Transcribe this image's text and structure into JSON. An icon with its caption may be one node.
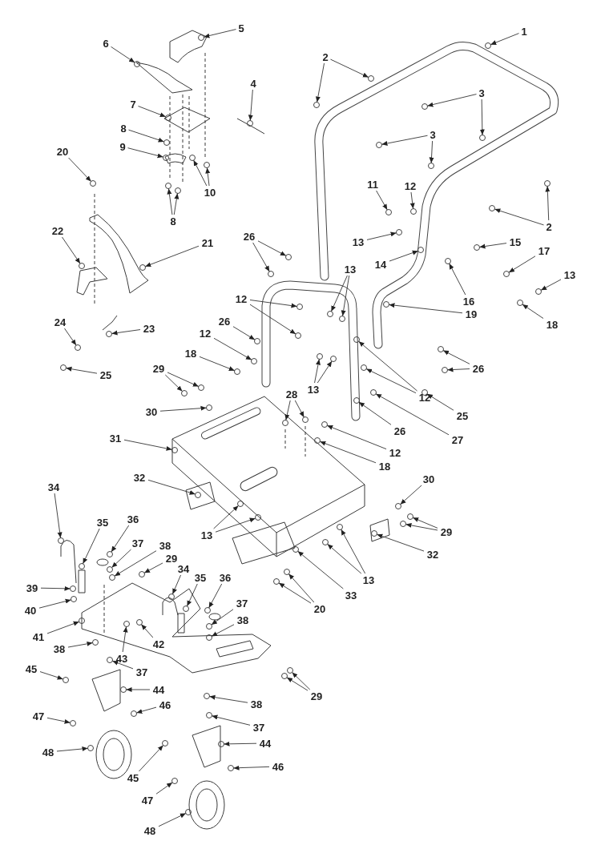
{
  "diagram": {
    "nodes": [
      {
        "text": [
          "5"
        ]
      },
      {
        "text": [
          "1"
        ]
      },
      {
        "text": [
          "6"
        ]
      },
      {
        "text": [
          "2"
        ]
      },
      {
        "text": [
          "4"
        ]
      },
      {
        "text": [
          "3"
        ]
      },
      {
        "text": [
          "7"
        ]
      },
      {
        "text": [
          "8"
        ]
      },
      {
        "text": [
          "3"
        ]
      },
      {
        "text": [
          "9"
        ]
      },
      {
        "text": [
          "20"
        ]
      },
      {
        "text": [
          "11"
        ]
      },
      {
        "text": [
          "12"
        ]
      },
      {
        "text": [
          "10"
        ]
      },
      {
        "text": [
          "8"
        ]
      },
      {
        "text": [
          "2"
        ]
      },
      {
        "text": [
          "22"
        ]
      },
      {
        "text": [
          "26"
        ]
      },
      {
        "text": [
          "13"
        ]
      },
      {
        "text": [
          "15"
        ]
      },
      {
        "text": [
          "21"
        ]
      },
      {
        "text": [
          "17"
        ]
      },
      {
        "text": [
          "14"
        ]
      },
      {
        "text": [
          "13"
        ]
      },
      {
        "text": [
          "13"
        ]
      },
      {
        "text": [
          "12"
        ]
      },
      {
        "text": [
          "16"
        ]
      },
      {
        "text": [
          "19"
        ]
      },
      {
        "text": [
          "26"
        ]
      },
      {
        "text": [
          "24"
        ]
      },
      {
        "text": [
          "18"
        ]
      },
      {
        "text": [
          "23"
        ]
      },
      {
        "text": [
          "12"
        ]
      },
      {
        "text": [
          "18"
        ]
      },
      {
        "text": [
          "26"
        ]
      },
      {
        "text": [
          "29"
        ]
      },
      {
        "text": [
          "25"
        ]
      },
      {
        "text": [
          "12"
        ]
      },
      {
        "text": [
          "13"
        ]
      },
      {
        "text": [
          "28"
        ]
      },
      {
        "text": [
          "30"
        ]
      },
      {
        "text": [
          "25"
        ]
      },
      {
        "text": [
          "26"
        ]
      },
      {
        "text": [
          "27"
        ]
      },
      {
        "text": [
          "31"
        ]
      },
      {
        "text": [
          "12"
        ]
      },
      {
        "text": [
          "18"
        ]
      },
      {
        "text": [
          "32"
        ]
      },
      {
        "text": [
          "30"
        ]
      },
      {
        "text": [
          "34"
        ]
      },
      {
        "text": [
          "36"
        ]
      },
      {
        "text": [
          "35"
        ]
      },
      {
        "text": [
          "13"
        ]
      },
      {
        "text": [
          "29"
        ]
      },
      {
        "text": [
          "37"
        ]
      },
      {
        "text": [
          "38"
        ]
      },
      {
        "text": [
          "32"
        ]
      },
      {
        "text": [
          "29"
        ]
      },
      {
        "text": [
          "34"
        ]
      },
      {
        "text": [
          "35"
        ]
      },
      {
        "text": [
          "36"
        ]
      },
      {
        "text": [
          "13"
        ]
      },
      {
        "text": [
          "39"
        ]
      },
      {
        "text": [
          "33"
        ]
      },
      {
        "text": [
          "37"
        ]
      },
      {
        "text": [
          "20"
        ]
      },
      {
        "text": [
          "40"
        ]
      },
      {
        "text": [
          "38"
        ]
      },
      {
        "text": [
          "41"
        ]
      },
      {
        "text": [
          "42"
        ]
      },
      {
        "text": [
          "38"
        ]
      },
      {
        "text": [
          "43"
        ]
      },
      {
        "text": [
          "45"
        ]
      },
      {
        "text": [
          "37"
        ]
      },
      {
        "text": [
          "44"
        ]
      },
      {
        "text": [
          "29"
        ]
      },
      {
        "text": [
          "38"
        ]
      },
      {
        "text": [
          "46"
        ]
      },
      {
        "text": [
          "47"
        ]
      },
      {
        "text": [
          "37"
        ]
      },
      {
        "text": [
          "44"
        ]
      },
      {
        "text": [
          "48"
        ]
      },
      {
        "text": [
          "46"
        ]
      },
      {
        "text": [
          "45"
        ]
      },
      {
        "text": [
          "47"
        ]
      },
      {
        "text": [
          "48"
        ]
      },
      {
        "text": [],
        "shape": "circle"
      },
      {
        "text": [],
        "shape": "circle"
      },
      {
        "text": [],
        "shape": "circle"
      },
      {
        "text": [],
        "shape": "circle"
      },
      {
        "text": [],
        "shape": "circle"
      },
      {
        "text": [],
        "shape": "circle"
      },
      {
        "text": [],
        "shape": "circle"
      },
      {
        "text": [],
        "shape": "circle"
      },
      {
        "text": [],
        "shape": "circle"
      },
      {
        "text": [],
        "shape": "circle"
      },
      {
        "text": [],
        "shape": "circle"
      },
      {
        "text": [],
        "shape": "circle"
      },
      {
        "text": [],
        "shape": "circle"
      },
      {
        "text": [],
        "shape": "circle"
      },
      {
        "text": [],
        "shape": "circle"
      },
      {
        "text": [],
        "shape": "circle"
      },
      {
        "text": [],
        "shape": "circle"
      },
      {
        "text": [],
        "shape": "circle"
      },
      {
        "text": [],
        "shape": "circle"
      },
      {
        "text": [],
        "shape": "circle"
      },
      {
        "text": [],
        "shape": "circle"
      },
      {
        "text": [],
        "shape": "circle"
      },
      {
        "text": [],
        "shape": "circle"
      },
      {
        "text": [],
        "shape": "circle"
      },
      {
        "text": [],
        "shape": "circle"
      },
      {
        "text": [],
        "shape": "circle"
      },
      {
        "text": [],
        "shape": "circle"
      },
      {
        "text": [],
        "shape": "circle"
      },
      {
        "text": [],
        "shape": "circle"
      },
      {
        "text": [],
        "shape": "circle"
      },
      {
        "text": [],
        "shape": "circle"
      },
      {
        "text": [],
        "shape": "circle"
      },
      {
        "text": [],
        "shape": "circle"
      },
      {
        "text": [],
        "shape": "circle"
      },
      {
        "text": [],
        "shape": "circle"
      },
      {
        "text": [],
        "shape": "circle"
      },
      {
        "text": [],
        "shape": "circle"
      },
      {
        "text": [],
        "shape": "circle"
      },
      {
        "text": [],
        "shape": "circle"
      },
      {
        "text": [],
        "shape": "circle"
      },
      {
        "text": [],
        "shape": "circle"
      },
      {
        "text": [],
        "shape": "circle"
      },
      {
        "text": [],
        "shape": "circle"
      },
      {
        "text": [],
        "shape": "circle"
      },
      {
        "text": [],
        "shape": "circle"
      },
      {
        "text": [],
        "shape": "circle"
      },
      {
        "text": [],
        "shape": "circle"
      },
      {
        "text": [],
        "shape": "circle"
      },
      {
        "text": [],
        "shape": "circle"
      },
      {
        "text": [],
        "shape": "circle"
      },
      {
        "text": [],
        "shape": "circle"
      },
      {
        "text": [],
        "shape": "circle"
      },
      {
        "text": [],
        "shape": "circle"
      },
      {
        "text": [],
        "shape": "circle"
      },
      {
        "text": [],
        "shape": "circle"
      },
      {
        "text": [],
        "shape": "circle"
      },
      {
        "text": [],
        "shape": "circle"
      },
      {
        "text": [],
        "shape": "circle"
      },
      {
        "text": [],
        "shape": "circle"
      },
      {
        "text": [],
        "shape": "circle"
      },
      {
        "text": [],
        "shape": "circle"
      },
      {
        "text": [],
        "shape": "circle"
      },
      {
        "text": [],
        "shape": "circle"
      },
      {
        "text": [],
        "shape": "circle"
      },
      {
        "text": [],
        "shape": "circle"
      },
      {
        "text": [],
        "shape": "circle"
      },
      {
        "text": [],
        "shape": "circle"
      },
      {
        "text": [],
        "shape": "circle"
      },
      {
        "text": [],
        "shape": "circle"
      },
      {
        "text": [],
        "shape": "circle"
      },
      {
        "text": [],
        "shape": "circle"
      },
      {
        "text": [],
        "shape": "circle"
      },
      {
        "text": [],
        "shape": "circle"
      },
      {
        "text": [],
        "shape": "circle"
      },
      {
        "text": [],
        "shape": "circle"
      },
      {
        "text": [],
        "shape": "circle"
      },
      {
        "text": [],
        "shape": "circle"
      },
      {
        "text": [],
        "shape": "circle"
      },
      {
        "text": [],
        "shape": "circle"
      },
      {
        "text": [],
        "shape": "circle"
      },
      {
        "text": [],
        "shape": "circle"
      },
      {
        "text": [],
        "shape": "circle"
      },
      {
        "text": [],
        "shape": "circle"
      },
      {
        "text": [],
        "shape": "circle"
      },
      {
        "text": [],
        "shape": "circle"
      },
      {
        "text": [],
        "shape": "circle"
      },
      {
        "text": [],
        "shape": "circle"
      },
      {
        "text": [],
        "shape": "circle"
      },
      {
        "text": [],
        "shape": "circle"
      },
      {
        "text": [],
        "shape": "circle"
      },
      {
        "text": [],
        "shape": "circle"
      },
      {
        "text": [],
        "shape": "circle"
      },
      {
        "text": [],
        "shape": "circle"
      },
      {
        "text": [],
        "shape": "circle"
      },
      {
        "text": [],
        "shape": "circle"
      },
      {
        "text": [],
        "shape": "circle"
      },
      {
        "text": [],
        "shape": "circle"
      },
      {
        "text": [],
        "shape": "circle"
      },
      {
        "text": [],
        "shape": "circle"
      },
      {
        "text": [],
        "shape": "circle"
      },
      {
        "text": [],
        "shape": "circle"
      },
      {
        "text": [],
        "shape": "circle"
      },
      {
        "text": [],
        "shape": "circle"
      },
      {
        "text": [],
        "shape": "circle"
      },
      {
        "text": [],
        "shape": "circle"
      }
    ],
    "edges": [
      {
        "from": 0,
        "to": 86,
        "arrow": "to"
      },
      {
        "from": 1,
        "to": 87,
        "arrow": "to"
      },
      {
        "from": 2,
        "to": 88,
        "arrow": "to"
      },
      {
        "from": 3,
        "to": 89,
        "arrow": "to"
      },
      {
        "from": 3,
        "to": 90,
        "arrow": "to"
      },
      {
        "from": 4,
        "to": 91,
        "arrow": "to"
      },
      {
        "from": 5,
        "to": 92,
        "arrow": "to"
      },
      {
        "from": 5,
        "to": 93,
        "arrow": "to"
      },
      {
        "from": 6,
        "to": 94,
        "arrow": "to"
      },
      {
        "from": 7,
        "to": 95,
        "arrow": "to"
      },
      {
        "from": 8,
        "to": 96,
        "arrow": "to"
      },
      {
        "from": 8,
        "to": 97,
        "arrow": "to"
      },
      {
        "from": 9,
        "to": 98,
        "arrow": "to"
      },
      {
        "from": 10,
        "to": 99,
        "arrow": "to"
      },
      {
        "from": 11,
        "to": 100,
        "arrow": "to"
      },
      {
        "from": 12,
        "to": 101,
        "arrow": "to"
      },
      {
        "from": 13,
        "to": 102,
        "arrow": "to"
      },
      {
        "from": 13,
        "to": 103,
        "arrow": "to"
      },
      {
        "from": 14,
        "to": 104,
        "arrow": "to"
      },
      {
        "from": 14,
        "to": 105,
        "arrow": "to"
      },
      {
        "from": 15,
        "to": 106,
        "arrow": "to"
      },
      {
        "from": 15,
        "to": 107,
        "arrow": "to"
      },
      {
        "from": 16,
        "to": 108,
        "arrow": "to"
      },
      {
        "from": 17,
        "to": 109,
        "arrow": "to"
      },
      {
        "from": 17,
        "to": 110,
        "arrow": "to"
      },
      {
        "from": 18,
        "to": 111,
        "arrow": "to"
      },
      {
        "from": 19,
        "to": 112,
        "arrow": "to"
      },
      {
        "from": 20,
        "to": 113,
        "arrow": "to"
      },
      {
        "from": 21,
        "to": 114,
        "arrow": "to"
      },
      {
        "from": 22,
        "to": 115,
        "arrow": "to"
      },
      {
        "from": 23,
        "to": 116,
        "arrow": "to"
      },
      {
        "from": 23,
        "to": 117,
        "arrow": "to"
      },
      {
        "from": 24,
        "to": 118,
        "arrow": "to"
      },
      {
        "from": 25,
        "to": 119,
        "arrow": "to"
      },
      {
        "from": 25,
        "to": 120,
        "arrow": "to"
      },
      {
        "from": 26,
        "to": 121,
        "arrow": "to"
      },
      {
        "from": 27,
        "to": 122,
        "arrow": "to"
      },
      {
        "from": 28,
        "to": 123,
        "arrow": "to"
      },
      {
        "from": 29,
        "to": 124,
        "arrow": "to"
      },
      {
        "from": 30,
        "to": 125,
        "arrow": "to"
      },
      {
        "from": 31,
        "to": 126,
        "arrow": "to"
      },
      {
        "from": 32,
        "to": 127,
        "arrow": "to"
      },
      {
        "from": 33,
        "to": 128,
        "arrow": "to"
      },
      {
        "from": 34,
        "to": 129,
        "arrow": "to"
      },
      {
        "from": 34,
        "to": 130,
        "arrow": "to"
      },
      {
        "from": 35,
        "to": 131,
        "arrow": "to"
      },
      {
        "from": 35,
        "to": 132,
        "arrow": "to"
      },
      {
        "from": 36,
        "to": 133,
        "arrow": "to"
      },
      {
        "from": 37,
        "to": 134,
        "arrow": "to"
      },
      {
        "from": 37,
        "to": 135,
        "arrow": "to"
      },
      {
        "from": 38,
        "to": 136,
        "arrow": "to"
      },
      {
        "from": 38,
        "to": 137,
        "arrow": "to"
      },
      {
        "from": 39,
        "to": 138,
        "arrow": "to"
      },
      {
        "from": 39,
        "to": 139,
        "arrow": "to"
      },
      {
        "from": 40,
        "to": 140,
        "arrow": "to"
      },
      {
        "from": 41,
        "to": 141,
        "arrow": "to"
      },
      {
        "from": 42,
        "to": 142,
        "arrow": "to"
      },
      {
        "from": 43,
        "to": 143,
        "arrow": "to"
      },
      {
        "from": 44,
        "to": 144,
        "arrow": "to"
      },
      {
        "from": 45,
        "to": 145,
        "arrow": "to"
      },
      {
        "from": 46,
        "to": 146,
        "arrow": "to"
      },
      {
        "from": 47,
        "to": 147,
        "arrow": "to"
      },
      {
        "from": 48,
        "to": 148,
        "arrow": "to"
      },
      {
        "from": 49,
        "to": 149,
        "arrow": "to"
      },
      {
        "from": 50,
        "to": 150,
        "arrow": "to"
      },
      {
        "from": 51,
        "to": 151,
        "arrow": "to"
      },
      {
        "from": 52,
        "to": 152,
        "arrow": "to"
      },
      {
        "from": 52,
        "to": 153,
        "arrow": "to"
      },
      {
        "from": 53,
        "to": 154,
        "arrow": "to"
      },
      {
        "from": 53,
        "to": 155,
        "arrow": "to"
      },
      {
        "from": 54,
        "to": 156,
        "arrow": "to"
      },
      {
        "from": 55,
        "to": 157,
        "arrow": "to"
      },
      {
        "from": 56,
        "to": 158,
        "arrow": "to"
      },
      {
        "from": 57,
        "to": 159,
        "arrow": "to"
      },
      {
        "from": 58,
        "to": 160,
        "arrow": "to"
      },
      {
        "from": 59,
        "to": 161,
        "arrow": "to"
      },
      {
        "from": 60,
        "to": 162,
        "arrow": "to"
      },
      {
        "from": 61,
        "to": 163,
        "arrow": "to"
      },
      {
        "from": 61,
        "to": 164,
        "arrow": "to"
      },
      {
        "from": 62,
        "to": 165,
        "arrow": "to"
      },
      {
        "from": 63,
        "to": 166,
        "arrow": "to"
      },
      {
        "from": 64,
        "to": 167,
        "arrow": "to"
      },
      {
        "from": 65,
        "to": 168,
        "arrow": "to"
      },
      {
        "from": 65,
        "to": 169,
        "arrow": "to"
      },
      {
        "from": 66,
        "to": 170,
        "arrow": "to"
      },
      {
        "from": 67,
        "to": 171,
        "arrow": "to"
      },
      {
        "from": 68,
        "to": 172,
        "arrow": "to"
      },
      {
        "from": 69,
        "to": 173,
        "arrow": "to"
      },
      {
        "from": 70,
        "to": 174,
        "arrow": "to"
      },
      {
        "from": 71,
        "to": 175,
        "arrow": "to"
      },
      {
        "from": 72,
        "to": 176,
        "arrow": "to"
      },
      {
        "from": 73,
        "to": 177,
        "arrow": "to"
      },
      {
        "from": 74,
        "to": 178,
        "arrow": "to"
      },
      {
        "from": 75,
        "to": 179,
        "arrow": "to"
      },
      {
        "from": 75,
        "to": 180,
        "arrow": "to"
      },
      {
        "from": 76,
        "to": 181,
        "arrow": "to"
      },
      {
        "from": 77,
        "to": 182,
        "arrow": "to"
      },
      {
        "from": 78,
        "to": 183,
        "arrow": "to"
      },
      {
        "from": 79,
        "to": 184,
        "arrow": "to"
      },
      {
        "from": 80,
        "to": 185,
        "arrow": "to"
      },
      {
        "from": 81,
        "to": 186,
        "arrow": "to"
      },
      {
        "from": 82,
        "to": 187,
        "arrow": "to"
      },
      {
        "from": 83,
        "to": 188,
        "arrow": "to"
      },
      {
        "from": 84,
        "to": 189,
        "arrow": "to"
      },
      {
        "from": 85,
        "to": 190,
        "arrow": "to"
      }
    ]
  }
}
